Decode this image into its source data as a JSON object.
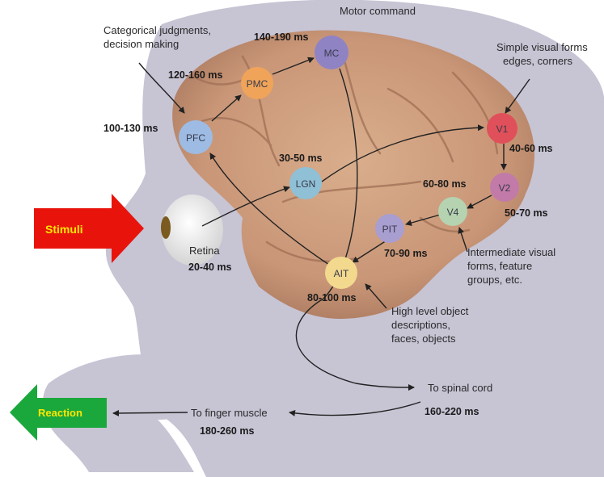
{
  "arrows": {
    "stimuli": {
      "label": "Stimuli",
      "color": "#e8140c",
      "text_color": "#ffe600"
    },
    "reaction": {
      "label": "Reaction",
      "color": "#1aa83c",
      "text_color": "#ffe600"
    }
  },
  "nodes": {
    "pfc": {
      "label": "PFC",
      "color": "#9dbbe3"
    },
    "pmc": {
      "label": "PMC",
      "color": "#f0a45a"
    },
    "mc": {
      "label": "MC",
      "color": "#8f83c4"
    },
    "lgn": {
      "label": "LGN",
      "color": "#8fc0d6"
    },
    "v1": {
      "label": "V1",
      "color": "#e0505a"
    },
    "v2": {
      "label": "V2",
      "color": "#c27aa8"
    },
    "v4": {
      "label": "V4",
      "color": "#b5d3b0"
    },
    "pit": {
      "label": "PIT",
      "color": "#a89ed0"
    },
    "ait": {
      "label": "AIT",
      "color": "#f3d98e"
    }
  },
  "annotations": {
    "motor_command": "Motor command",
    "categorical_line1": "Categorical judgments,",
    "categorical_line2": "decision making",
    "simple_visual_line1": "Simple visual forms",
    "simple_visual_line2": "edges, corners",
    "retina": "Retina",
    "intermediate_line1": "Intermediate visual",
    "intermediate_line2": "forms, feature",
    "intermediate_line3": "groups, etc.",
    "high_level_line1": "High level object",
    "high_level_line2": "descriptions,",
    "high_level_line3": "faces, objects",
    "to_spinal_cord": "To spinal cord",
    "to_finger_muscle": "To finger muscle"
  },
  "timings": {
    "mc": "140-190 ms",
    "pmc": "120-160 ms",
    "pfc": "100-130 ms",
    "lgn": "30-50 ms",
    "v1": "40-60 ms",
    "v4": "60-80 ms",
    "v2": "50-70 ms",
    "pit": "70-90 ms",
    "retina": "20-40 ms",
    "ait": "80-100 ms",
    "spinal": "160-220 ms",
    "finger": "180-260 ms"
  }
}
